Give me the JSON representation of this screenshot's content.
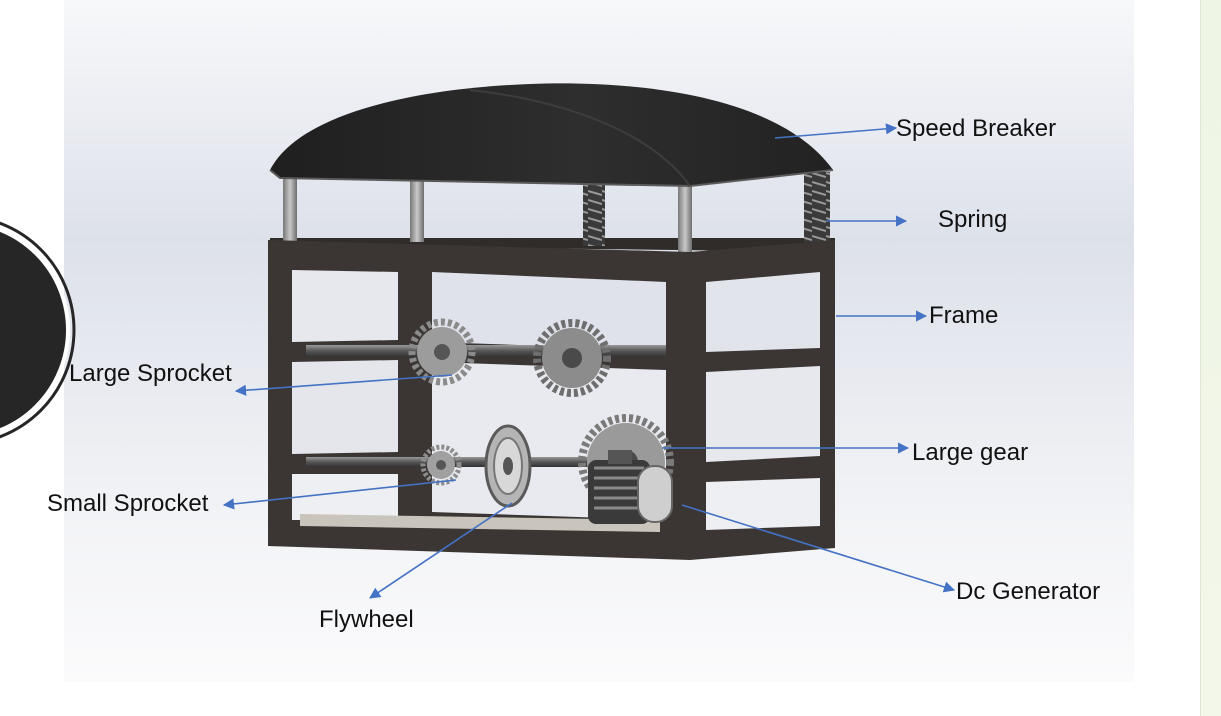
{
  "labels": {
    "speed_breaker": "Speed Breaker",
    "spring": "Spring",
    "frame": "Frame",
    "large_sprocket": "Large Sprocket",
    "large_gear": "Large gear",
    "small_sprocket": "Small Sprocket",
    "dc_generator": "Dc Generator",
    "flywheel": "Flywheel"
  },
  "colors": {
    "arrow": "#4472c4",
    "breaker_top": "#2b2b2b",
    "frame": "#3b3634",
    "circle": "#262626"
  }
}
